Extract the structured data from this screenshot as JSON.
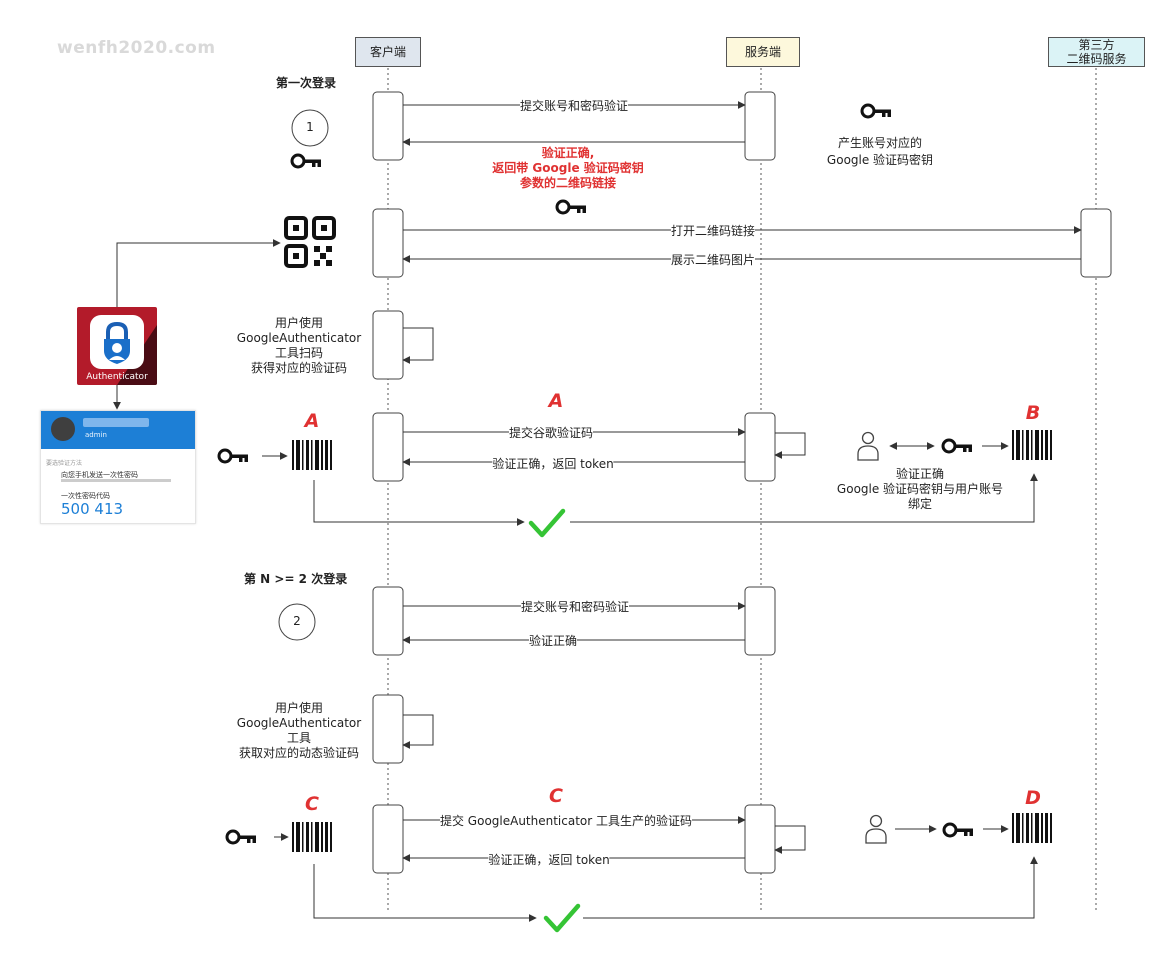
{
  "watermark": "wenfh2020.com",
  "lifelines": {
    "client": "客户端",
    "server": "服务端",
    "third_line1": "第三方",
    "third_line2": "二维码服务"
  },
  "phase1": {
    "title": "第一次登录",
    "step_number": "1",
    "msg_submit_account": "提交账号和密码验证",
    "server_note_line1": "产生账号对应的",
    "server_note_line2": "Google 验证码密钥",
    "reply_line1": "验证正确,",
    "reply_line2": "返回带 Google 验证码密钥",
    "reply_line3": "参数的二维码链接",
    "msg_open_qr": "打开二维码链接",
    "msg_show_qr": "展示二维码图片",
    "scan_line1": "用户使用",
    "scan_line2": "GoogleAuthenticator",
    "scan_line3": "工具扫码",
    "scan_line4": "获得对应的验证码",
    "letter_a_client": "A",
    "letter_a_msg": "A",
    "letter_b": "B",
    "msg_submit_code": "提交谷歌验证码",
    "msg_token": "验证正确，返回 token",
    "bind_line1": "验证正确",
    "bind_line2": "Google 验证码密钥与用户账号",
    "bind_line3": "绑定"
  },
  "phase2": {
    "title": "第 N >= 2 次登录",
    "step_number": "2",
    "msg_submit_account": "提交账号和密码验证",
    "msg_ok": "验证正确",
    "dyn_line1": "用户使用",
    "dyn_line2": "GoogleAuthenticator",
    "dyn_line3": "工具",
    "dyn_line4": "获取对应的动态验证码",
    "letter_c_client": "C",
    "letter_c_msg": "C",
    "letter_d": "D",
    "msg_submit_code": "提交 GoogleAuthenticator 工具生产的验证码",
    "msg_token": "验证正确，返回 token"
  },
  "app": {
    "tile_label": "Authenticator",
    "role": "admin",
    "section": "要选验证方法",
    "option1": "向您手机发送一次性密码",
    "option2": "一次性密码代码",
    "code": "500 413"
  },
  "colors": {
    "accent_red": "#e03232",
    "check_green": "#35c435",
    "client_head": "#dfe6ee",
    "server_head": "#fdf8dc",
    "third_head": "#dbf3f6",
    "line": "#333333"
  },
  "icons": [
    "key-icon",
    "qr-code-icon",
    "barcode-icon",
    "user-icon",
    "checkmark-icon",
    "authenticator-app-icon"
  ]
}
